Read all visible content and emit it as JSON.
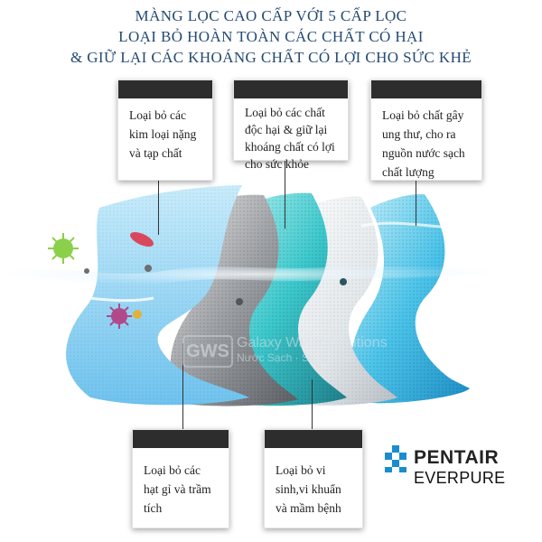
{
  "title": {
    "line1": "MÀNG LỌC CAO CẤP VỚI 5 CẤP LỌC",
    "line2": "LOẠI BỎ HOÀN TOÀN CÁC CHẤT CÓ HẠI",
    "line3": "& GIỮ LẠI CÁC KHOÁNG CHẤT CÓ LỢI CHO SỨC KHẺ"
  },
  "cards": [
    {
      "text": "Loại bỏ các\nkim loại nặng\nvà tạp chất"
    },
    {
      "text": "Loại bỏ các chất\nđộc hại & giữ lại\nkhoáng chất có lợi\ncho sức khỏe"
    },
    {
      "text": "Loại bỏ chất gây\nung thư, cho ra\nnguồn nước sạch\nchất lượng"
    },
    {
      "text": "Loại bỏ các\nhạt gỉ và trầm\ntích"
    },
    {
      "text": "Loại bỏ vi\nsinh,vi khuẩn\nvà mầm bệnh"
    }
  ],
  "watermark": {
    "badge": "GWS",
    "line1": "Galaxy Water Solutions",
    "line2": "Nước Sạch · Sống Khỏe"
  },
  "logo": {
    "brand": "PENTAIR",
    "sub": "EVERPURE",
    "icon": "pentair-logo-icon",
    "color": "#1a8ccf"
  }
}
